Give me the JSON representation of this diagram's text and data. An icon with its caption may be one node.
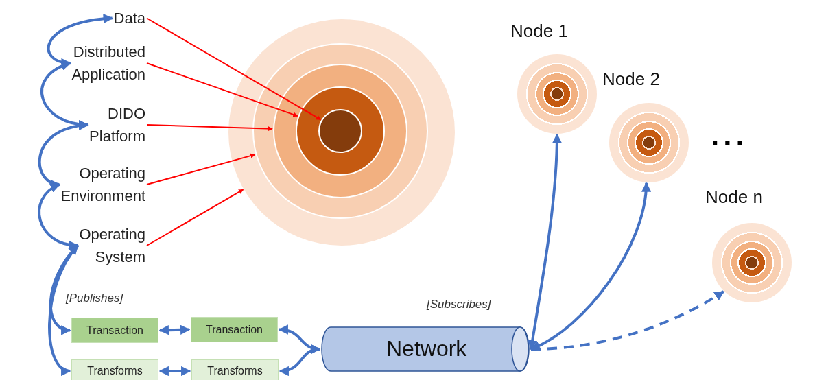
{
  "diagram": {
    "nodes": [
      {
        "text": [
          "Data"
        ]
      },
      {
        "text": [
          "Distributed Application"
        ]
      },
      {
        "text": [
          "DIDO Platform"
        ]
      },
      {
        "text": [
          "Operating Environment"
        ]
      },
      {
        "text": [
          "Operating System"
        ]
      },
      {
        "text": [],
        "shape": "circle"
      },
      {
        "text": [],
        "shape": "circle",
        "in": 5
      },
      {
        "text": [],
        "shape": "circle",
        "in": 6
      },
      {
        "text": [],
        "shape": "circle",
        "in": 7
      },
      {
        "text": [],
        "shape": "circle",
        "in": 8
      },
      {
        "text": [
          "Node 1"
        ]
      },
      {
        "text": [
          "Node 2"
        ]
      },
      {
        "text": [
          "Node n"
        ]
      },
      {
        "text": [
          "Transaction"
        ]
      },
      {
        "text": [
          "Transaction"
        ]
      },
      {
        "text": [
          "Network"
        ]
      },
      {
        "text": [
          "Transforms"
        ]
      },
      {
        "text": [
          "Transforms"
        ]
      }
    ],
    "edges": [
      {
        "from": 0,
        "to": 1,
        "arrow": "both"
      },
      {
        "from": 1,
        "to": 2,
        "arrow": "both"
      },
      {
        "from": 2,
        "to": 3,
        "arrow": "both"
      },
      {
        "from": 3,
        "to": 4,
        "arrow": "both"
      },
      {
        "from": 0,
        "to": 9,
        "arrow": "to",
        "color": "#ff0000"
      },
      {
        "from": 1,
        "to": 8,
        "arrow": "to",
        "color": "#ff0000"
      },
      {
        "from": 2,
        "to": 7,
        "arrow": "to",
        "color": "#ff0000"
      },
      {
        "from": 3,
        "to": 6,
        "arrow": "to",
        "color": "#ff0000"
      },
      {
        "from": 4,
        "to": 5,
        "arrow": "to",
        "color": "#ff0000"
      },
      {
        "from": 4,
        "to": 13,
        "arrow": "both"
      },
      {
        "from": 4,
        "to": 16,
        "arrow": "both"
      },
      {
        "from": 13,
        "to": 14,
        "arrow": "both"
      },
      {
        "from": 16,
        "to": 17,
        "arrow": "both"
      },
      {
        "from": 14,
        "to": 15,
        "arrow": "both"
      },
      {
        "from": 17,
        "to": 15,
        "arrow": "both"
      },
      {
        "from": 15,
        "to": 10,
        "arrow": "both"
      },
      {
        "from": 15,
        "to": 11,
        "arrow": "both"
      },
      {
        "from": 15,
        "to": 12,
        "arrow": "to",
        "style": "dashed"
      }
    ],
    "labels": [
      "[Publishes]",
      "[Subscribes]",
      "..."
    ]
  }
}
